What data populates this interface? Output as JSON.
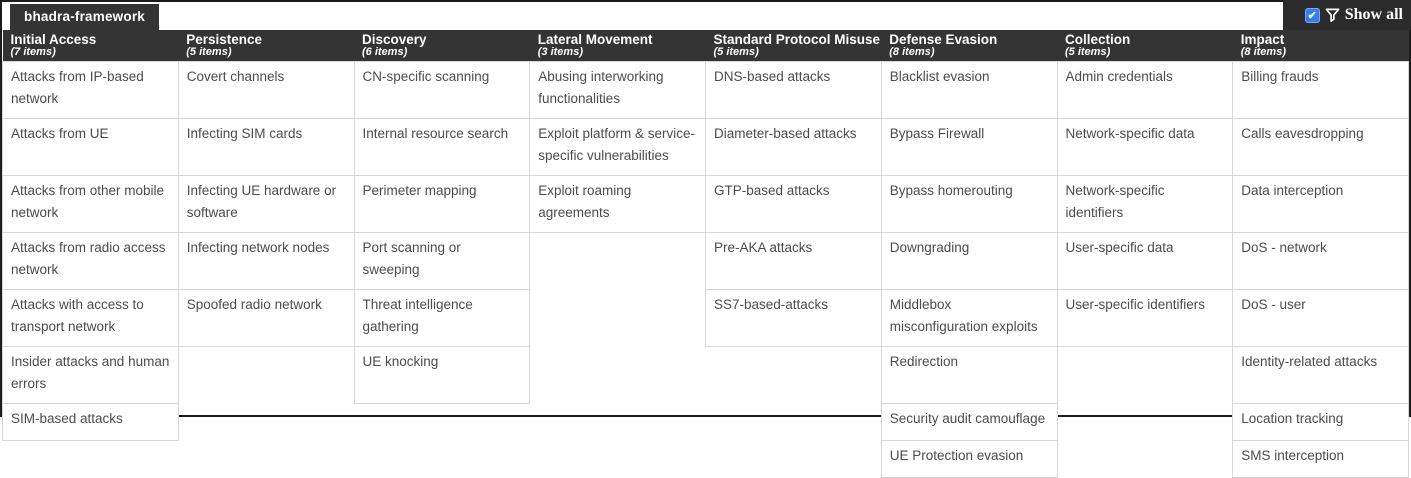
{
  "tab": {
    "label": "bhadra-framework"
  },
  "controls": {
    "show_all_label": "Show all",
    "checkbox_checked": true,
    "check_glyph": "✔"
  },
  "colors": {
    "header_bg": "#343434",
    "showall_bg": "#2b2b2b",
    "accent_blue": "#2f80ed",
    "cell_border": "#d8d8d8",
    "cell_text": "#4c4c4c",
    "outer_border": "#1c1c1c"
  },
  "matrix": {
    "columns": [
      {
        "name": "Initial Access",
        "count_label": "(7 items)"
      },
      {
        "name": "Persistence",
        "count_label": "(5 items)"
      },
      {
        "name": "Discovery",
        "count_label": "(6 items)"
      },
      {
        "name": "Lateral Movement",
        "count_label": "(3 items)"
      },
      {
        "name": "Standard Protocol Misuse",
        "count_label": "(5 items)"
      },
      {
        "name": "Defense Evasion",
        "count_label": "(8 items)"
      },
      {
        "name": "Collection",
        "count_label": "(5 items)"
      },
      {
        "name": "Impact",
        "count_label": "(8 items)"
      }
    ],
    "rows": [
      [
        "Attacks from IP-based network",
        "Covert channels",
        "CN-specific scanning",
        "Abusing interworking functionalities",
        "DNS-based attacks",
        "Blacklist evasion",
        "Admin credentials",
        "Billing frauds"
      ],
      [
        "Attacks from UE",
        "Infecting SIM cards",
        "Internal resource search",
        "Exploit platform & service-specific vulnerabilities",
        "Diameter-based attacks",
        "Bypass Firewall",
        "Network-specific data",
        "Calls eavesdropping"
      ],
      [
        "Attacks from other mobile network",
        "Infecting UE hardware or software",
        "Perimeter mapping",
        "Exploit roaming agreements",
        "GTP-based attacks",
        "Bypass homerouting",
        "Network-specific identifiers",
        "Data interception"
      ],
      [
        "Attacks from radio access network",
        "Infecting network nodes",
        "Port scanning or sweeping",
        "",
        "Pre-AKA attacks",
        "Downgrading",
        "User-specific data",
        "DoS - network"
      ],
      [
        "Attacks with access to transport network",
        "Spoofed radio network",
        "Threat intelligence gathering",
        "",
        "SS7-based-attacks",
        "Middlebox misconfiguration exploits",
        "User-specific identifiers",
        "DoS - user"
      ],
      [
        "Insider attacks and human errors",
        "",
        "UE knocking",
        "",
        "",
        "Redirection",
        "",
        "Identity-related attacks"
      ],
      [
        "SIM-based attacks",
        "",
        "",
        "",
        "",
        "Security audit camouflage",
        "",
        "Location tracking"
      ],
      [
        "",
        "",
        "",
        "",
        "",
        "UE Protection evasion",
        "",
        "SMS interception"
      ]
    ]
  }
}
